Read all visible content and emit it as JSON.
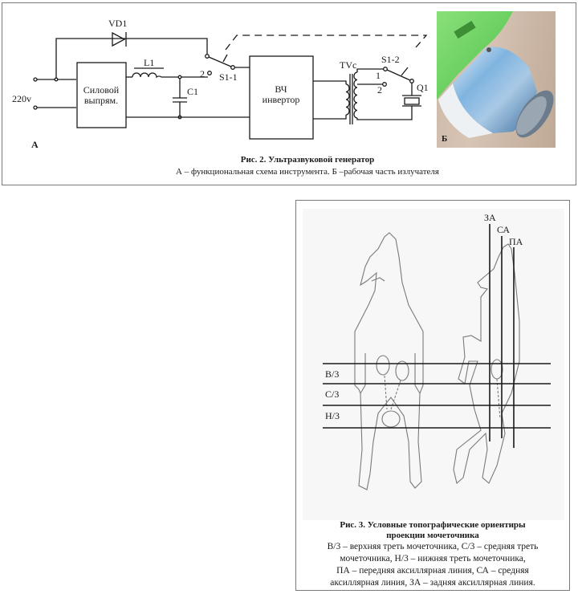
{
  "figure2": {
    "labels": {
      "diode": "VD1",
      "inductor": "L1",
      "capacitor": "C1",
      "switch1": "S1-1",
      "switch1_pos2": "2",
      "switch2": "S1-2",
      "switch2_pos1": "1",
      "switch2_pos2": "2",
      "transformer": "TVc",
      "emitter": "Q1",
      "voltage": "220v",
      "rectifier_line1": "Силовой",
      "rectifier_line2": "выпрям.",
      "inverter_line1": "ВЧ",
      "inverter_line2": "инвертор",
      "panel_a": "А",
      "panel_b": "Б"
    },
    "caption_title": "Рис. 2. Ультразвуковой генератор",
    "caption_text": "А – функциональная схема инструмента. Б –рабочая часть излучателя",
    "photo": {
      "description": "emitter-working-part",
      "housing_color": "#6fd45a",
      "metal_color": "#6fa9d8"
    }
  },
  "figure3": {
    "axillary_lines": [
      "ЗА",
      "СА",
      "ПА"
    ],
    "level_labels": [
      "В/3",
      "С/3",
      "Н/3"
    ],
    "caption_title_line1": "Рис. 3. Условные топографические ориентиры",
    "caption_title_line2": "проекции мочеточника",
    "caption_lines": [
      "В/3 – верхняя треть мочеточника, С/3 – средняя треть",
      "мочеточника, Н/3 – нижняя треть мочеточника,",
      "ПА – передняя аксиллярная линия, СА – средняя",
      "аксиллярная линия, ЗА – задняя аксиллярная линия."
    ]
  }
}
